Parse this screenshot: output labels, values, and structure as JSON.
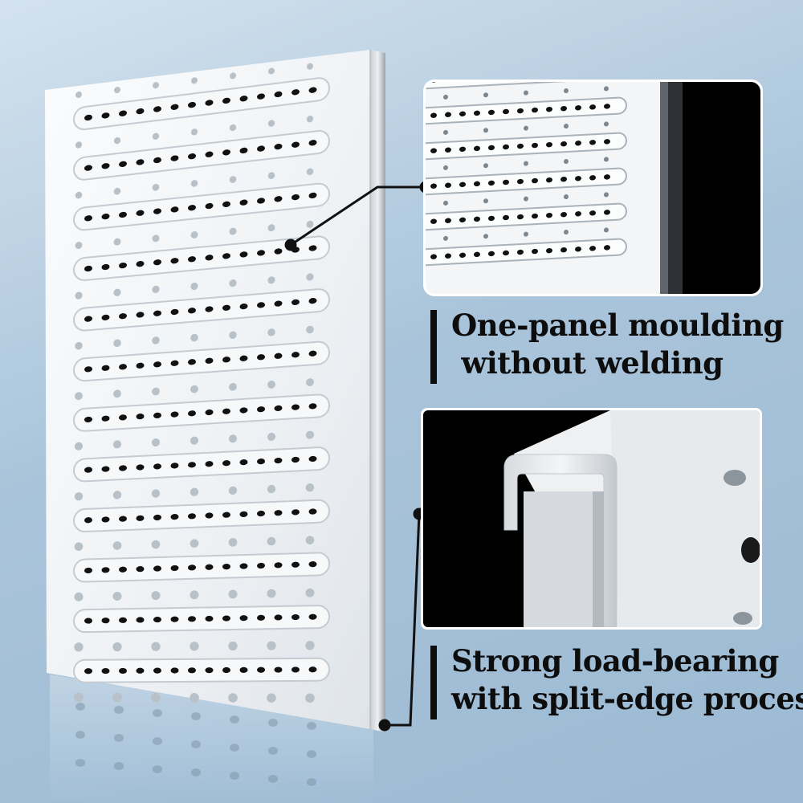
{
  "captions": {
    "feature_1": {
      "line_1": "One-panel moulding",
      "line_2": " without welding"
    },
    "feature_2": {
      "line_1": "Strong load-bearing",
      "line_2": "with split-edge process"
    }
  },
  "images": {
    "main": "perforated-steel-panel",
    "detail_1": "panel-surface-closeup",
    "detail_2": "split-edge-profile-closeup"
  },
  "colors": {
    "background": "#a9c4da",
    "panel": "#f2f4f6",
    "text": "#0d0d0d"
  }
}
